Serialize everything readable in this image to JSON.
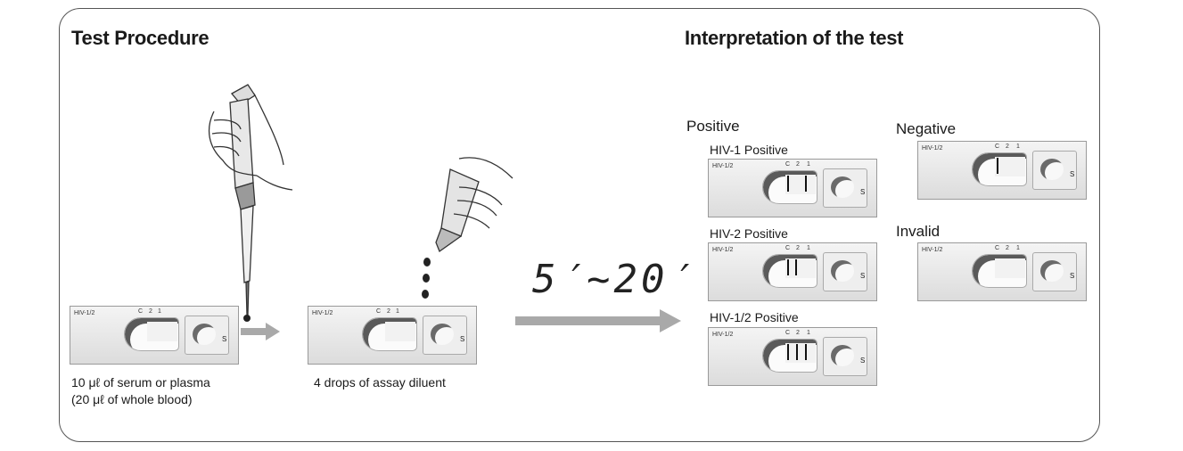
{
  "headings": {
    "procedure": "Test Procedure",
    "interpretation": "Interpretation of the test"
  },
  "cassette": {
    "tag": "HIV-1/2",
    "c": "C",
    "two": "2",
    "one": "1",
    "s": "S"
  },
  "steps": {
    "step1_line1": "10 μℓ of serum or plasma",
    "step1_line2": "(20 μℓ of whole blood)",
    "step2": "4 drops of assay diluent"
  },
  "timer": "5′~20′",
  "results": {
    "positive": "Positive",
    "hiv1_positive": "HIV-1 Positive",
    "hiv2_positive": "HIV-2 Positive",
    "hiv12_positive": "HIV-1/2 Positive",
    "negative": "Negative",
    "invalid": "Invalid"
  },
  "colors": {
    "arrow": "#a9a9a9",
    "frame": "#555555",
    "line": "#111111"
  }
}
